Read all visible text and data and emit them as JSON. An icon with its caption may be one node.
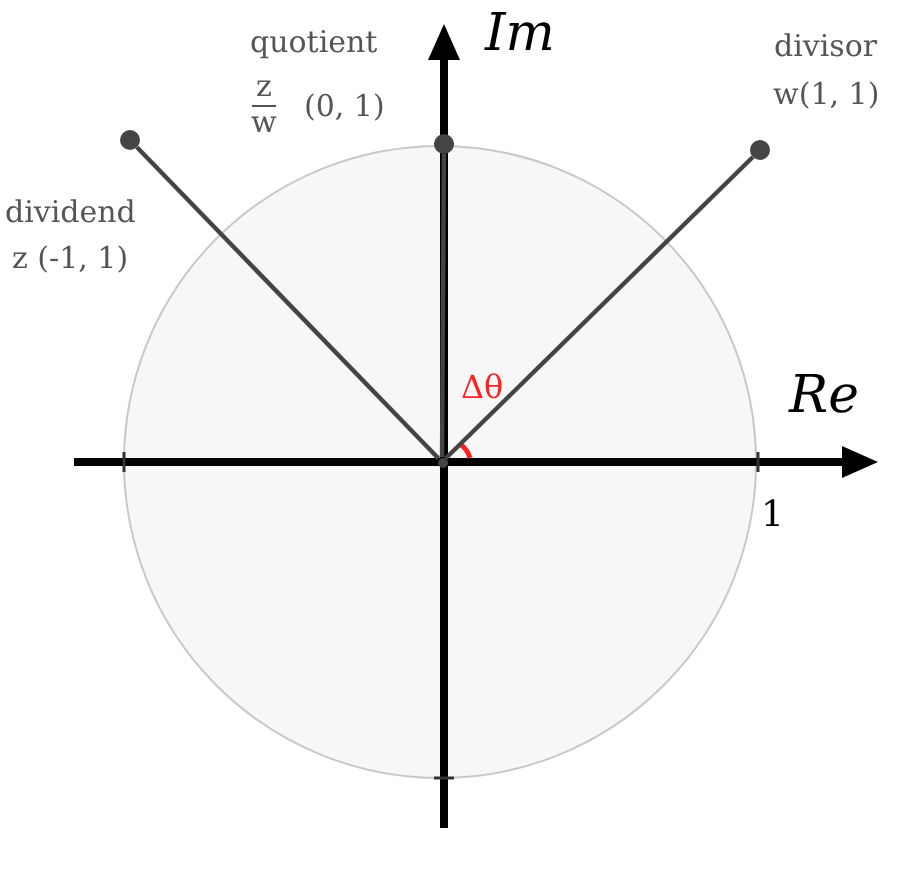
{
  "diagram": {
    "nodes": [
      {
        "text": [],
        "shape": "circle",
        "beside": [
          "dividend",
          "z (-1, 1)"
        ]
      },
      {
        "text": [],
        "shape": "circle",
        "beside": [
          "quotient",
          "z",
          "w",
          "(0, 1)"
        ]
      },
      {
        "text": [],
        "shape": "circle",
        "beside": [
          "divisor",
          "w(1, 1)"
        ]
      },
      {
        "text": [],
        "shape": "circle"
      }
    ],
    "edges": [
      {
        "from": 3,
        "to": 0,
        "arrow": "none"
      },
      {
        "from": 3,
        "to": 1,
        "arrow": "none"
      },
      {
        "from": 3,
        "to": 2,
        "arrow": "none"
      }
    ],
    "labels": [
      "Im",
      "Re",
      "Δθ",
      "1"
    ]
  }
}
